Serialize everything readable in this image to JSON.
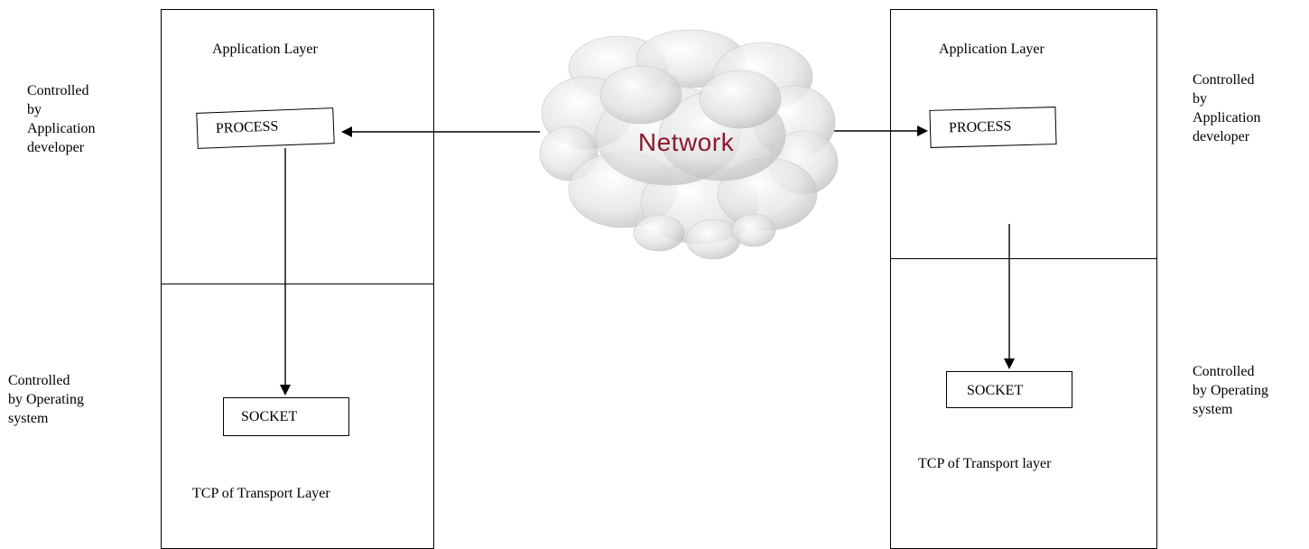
{
  "left_host": {
    "application_layer_label": "Application Layer",
    "process_label": "PROCESS",
    "socket_label": "SOCKET",
    "transport_label": "TCP of Transport  Layer"
  },
  "right_host": {
    "application_layer_label": "Application Layer",
    "process_label": "PROCESS",
    "socket_label": "SOCKET",
    "transport_label": "TCP of Transport layer"
  },
  "left_annotations": {
    "app_developer": "Controlled\nby\nApplication\ndeveloper",
    "operating_system": "Controlled\nby Operating\nsystem"
  },
  "right_annotations": {
    "app_developer": "Controlled\nby\nApplication\ndeveloper",
    "operating_system": "Controlled\nby Operating\nsystem"
  },
  "network": {
    "label": "Network",
    "label_color": "#8b1a2b"
  }
}
